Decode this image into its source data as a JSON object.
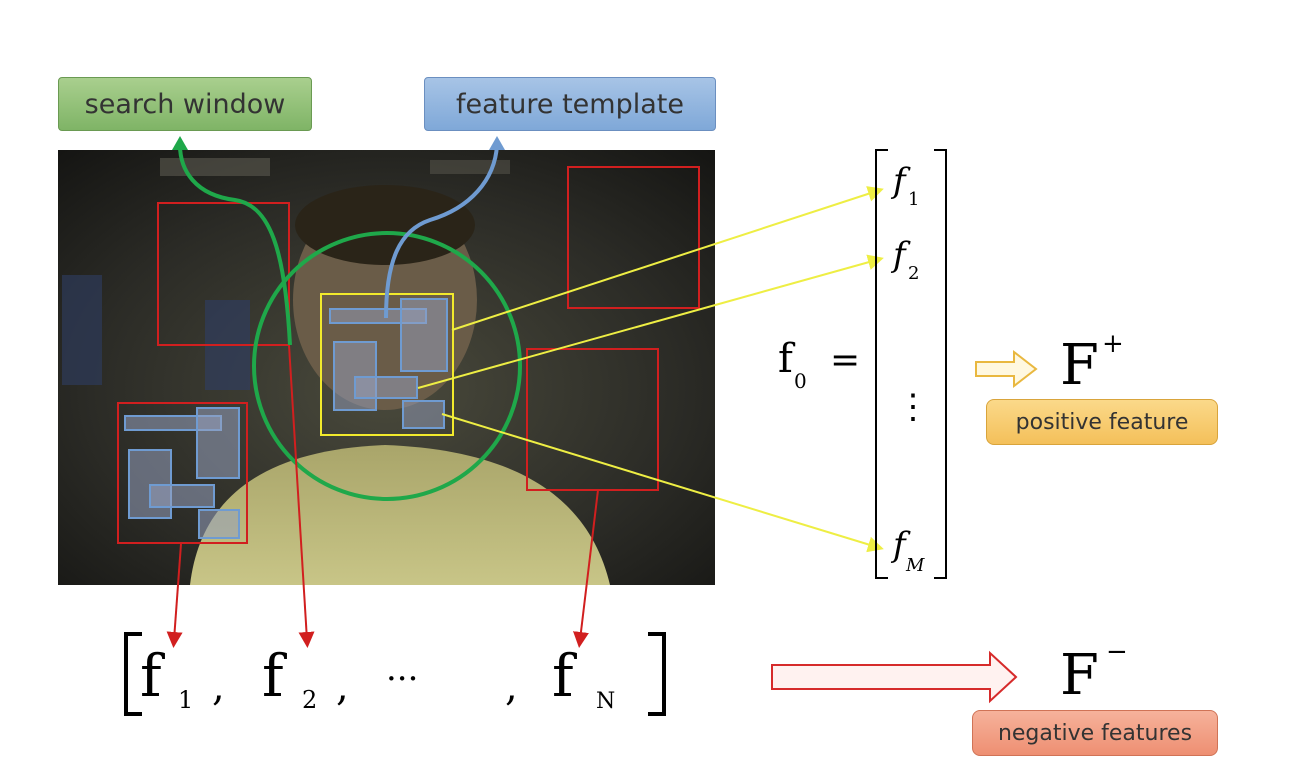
{
  "labels": {
    "search_window": "search window",
    "feature_template": "feature template",
    "positive_feature": "positive feature",
    "negative_features": "negative features"
  },
  "vector": {
    "lhs_symbol": "f",
    "lhs_sub": "0",
    "equals": "=",
    "entries": [
      {
        "sym": "f",
        "sub": "1"
      },
      {
        "sym": "f",
        "sub": "2"
      },
      {
        "sym": "⋮",
        "sub": ""
      },
      {
        "sym": "f",
        "sub": "M"
      }
    ]
  },
  "positive": {
    "symbol": "F",
    "sup": "+"
  },
  "negative": {
    "symbol": "F",
    "sup": "−"
  },
  "negative_list": {
    "items": [
      {
        "sym": "f",
        "sub": "1"
      },
      {
        "sym": "f",
        "sub": "2"
      },
      {
        "sym": "f",
        "sub": "N"
      }
    ],
    "comma": ",",
    "ellipsis": "···"
  },
  "colors": {
    "negative_box": "#d11f1f",
    "search_circle": "#1fa84a",
    "template_box": "#f2ea2c",
    "feature_rect": "#6f9bd1",
    "yellow_line": "#eeee44",
    "positive_arrow": "#e9b840",
    "negative_arrow": "#d62b2b"
  }
}
